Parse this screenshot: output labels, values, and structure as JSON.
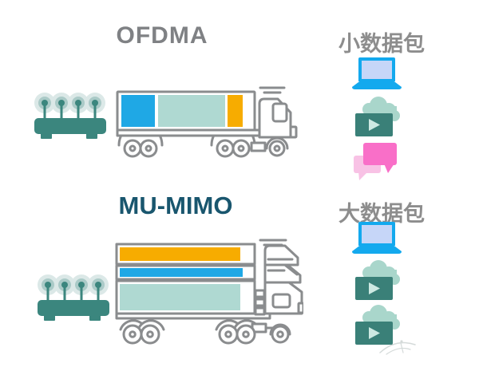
{
  "ofdma": {
    "title": "OFDMA",
    "packet_label": "小数据包",
    "truck_cargo": [
      {
        "segment": "small-blue-packet",
        "color": "#1FA8E5"
      },
      {
        "segment": "small-teal-packet",
        "color": "#AFD9D2"
      },
      {
        "segment": "small-orange-packet",
        "color": "#F7AC00"
      }
    ],
    "devices": [
      "laptop",
      "cloud-video",
      "chat-messages"
    ]
  },
  "mu_mimo": {
    "title": "MU-MIMO",
    "packet_label": "大数据包",
    "truck_cargo": [
      {
        "segment": "large-orange-packet",
        "color": "#F7B30A"
      },
      {
        "segment": "large-blue-packet",
        "color": "#1FA8E5"
      },
      {
        "segment": "large-teal-packet",
        "color": "#AFD9D2"
      }
    ],
    "devices": [
      "laptop",
      "cloud-video",
      "cloud-video"
    ]
  },
  "colors": {
    "title-gray": "#7F8184",
    "label-gray": "#8D8D8D",
    "mumimo-title": "#19566E",
    "outline-gray": "#8A8C8E",
    "cargo-blue": "#1FA8E5",
    "cargo-teal": "#AFD9D2",
    "cargo-orange": "#F7AC00",
    "router-teal": "#3B867E",
    "cloud-teal": "#A9D6CB",
    "video-teal": "#3A8078",
    "play-light": "#CDE9E2",
    "chat-pink": "#F96FC8",
    "chat-pink-light": "#F8C2E5",
    "laptop-blue": "#13A9EE",
    "laptop-screen": "#C6D6F8"
  }
}
